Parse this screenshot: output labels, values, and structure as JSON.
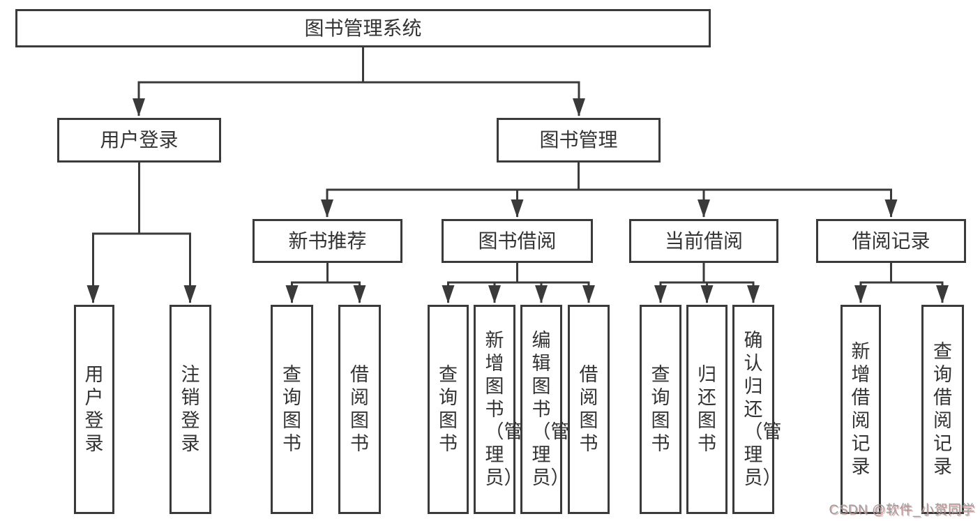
{
  "tree": {
    "label": "图书管理系统",
    "children": [
      {
        "label": "用户登录",
        "children": [
          {
            "label": "用户登录"
          },
          {
            "label": "注销登录"
          }
        ]
      },
      {
        "label": "图书管理",
        "children": [
          {
            "label": "新书推荐",
            "children": [
              {
                "label": "查询图书"
              },
              {
                "label": "借阅图书"
              }
            ]
          },
          {
            "label": "图书借阅",
            "children": [
              {
                "label": "查询图书"
              },
              {
                "label": "新增图书（管理员）"
              },
              {
                "label": "编辑图书（管理员）"
              },
              {
                "label": "借阅图书"
              }
            ]
          },
          {
            "label": "当前借阅",
            "children": [
              {
                "label": "查询图书"
              },
              {
                "label": "归还图书"
              },
              {
                "label": "确认归还（管理员）"
              }
            ]
          },
          {
            "label": "借阅记录",
            "children": [
              {
                "label": "新增借阅记录"
              },
              {
                "label": "查询借阅记录"
              }
            ]
          }
        ]
      }
    ]
  },
  "watermark": {
    "text": "CSDN @软件_小贺同学"
  },
  "colors": {
    "line": "#3a3a3a",
    "text": "#333333",
    "background": "#ffffff",
    "watermark_gray": "#9c9c9c"
  }
}
